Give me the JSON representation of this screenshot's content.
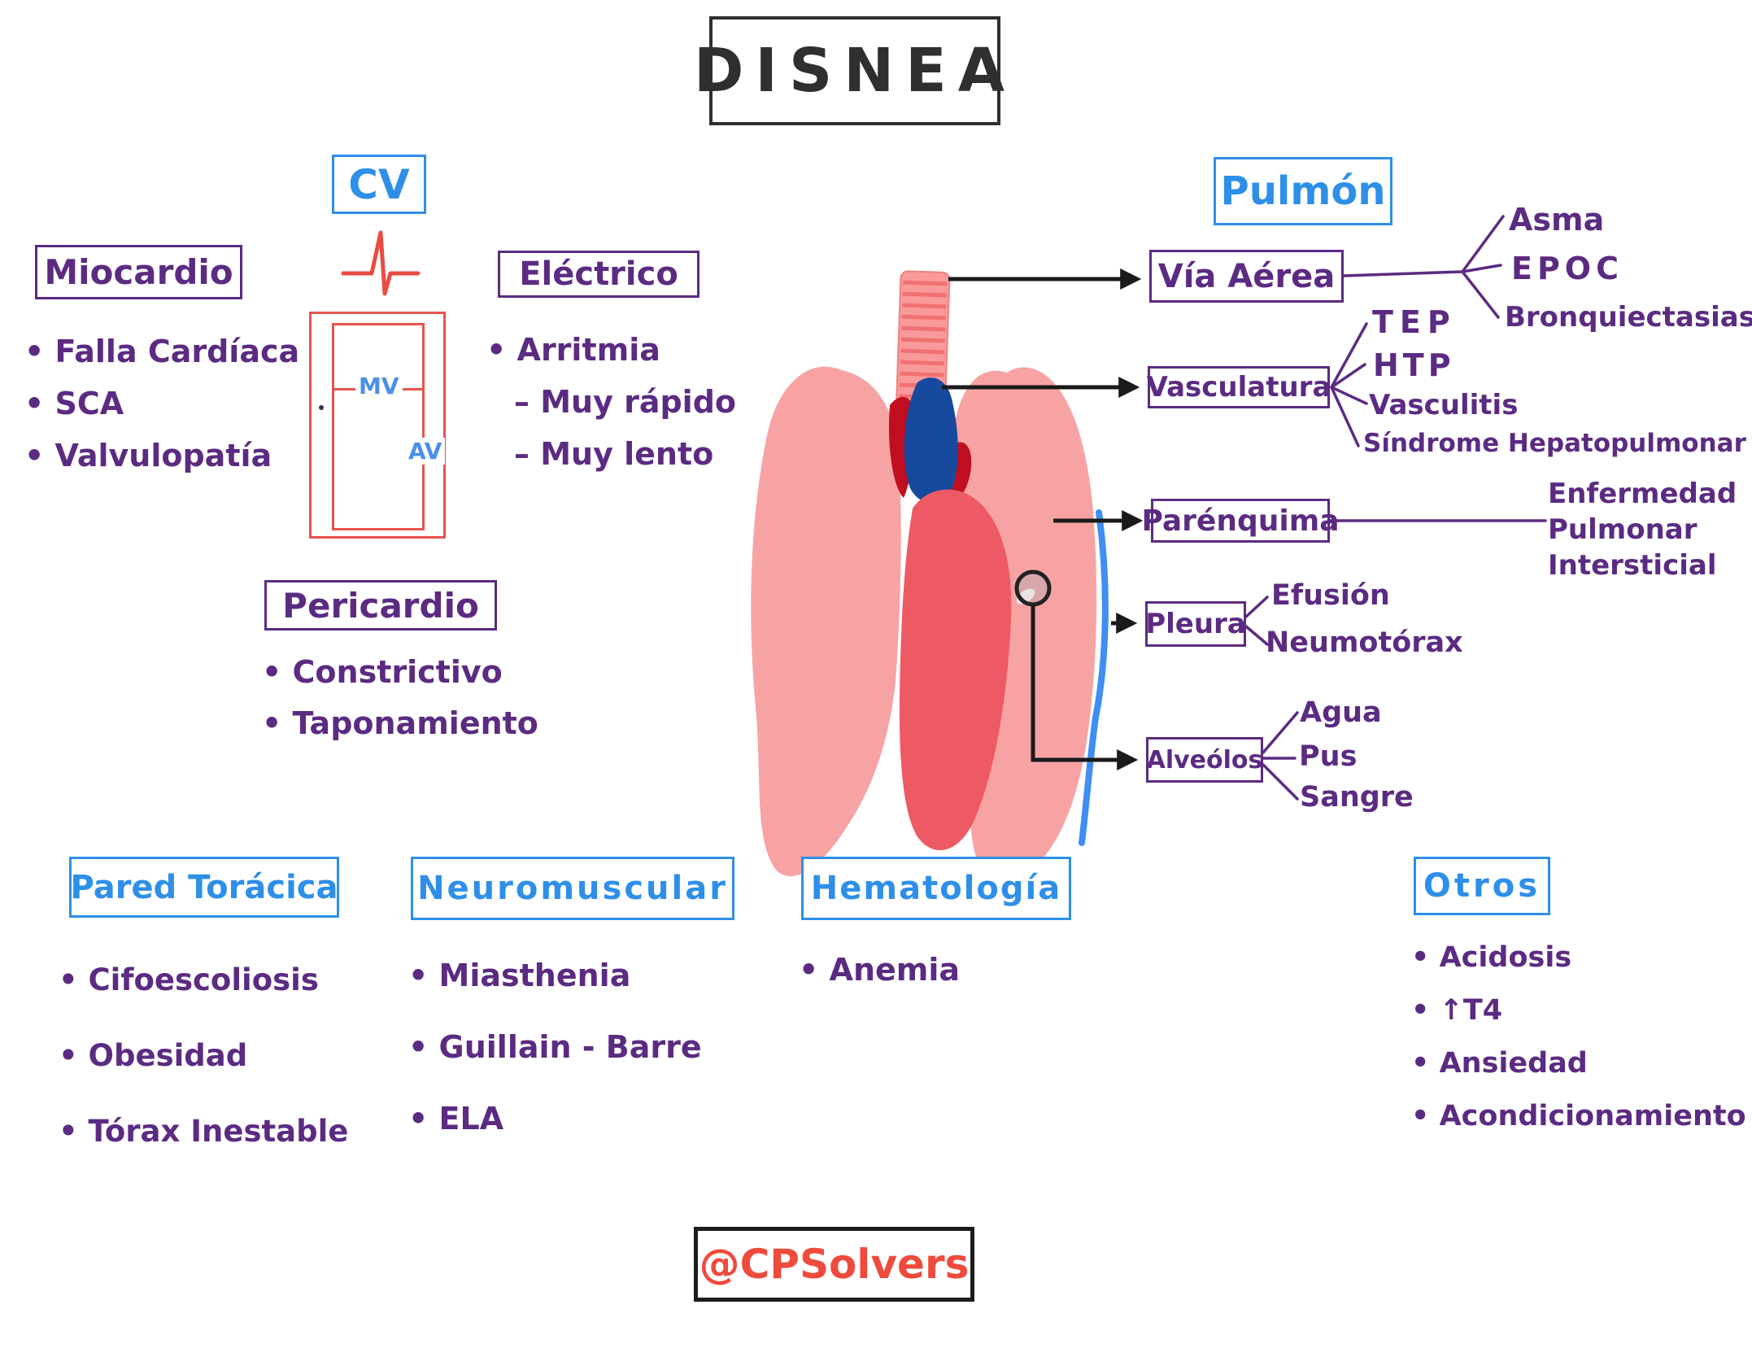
{
  "title": "DISNEA",
  "signature": "@CPSolvers",
  "cv": {
    "label": "CV",
    "valve": {
      "mv": "MV",
      "av": "AV"
    },
    "miocardio": {
      "title": "Miocardio",
      "items": [
        "Falla Cardíaca",
        "SCA",
        "Valvulopatía"
      ]
    },
    "electrico": {
      "title": "Eléctrico",
      "item": "Arritmia",
      "subitems": [
        "Muy rápido",
        "Muy lento"
      ]
    },
    "pericardio": {
      "title": "Pericardio",
      "items": [
        "Constrictivo",
        "Taponamiento"
      ]
    }
  },
  "pulmon": {
    "label": "Pulmón",
    "via_aerea": {
      "title": "Vía Aérea",
      "items": [
        "Asma",
        "EPOC",
        "Bronquiectasias"
      ]
    },
    "vasculatura": {
      "title": "Vasculatura",
      "items": [
        "TEP",
        "HTP",
        "Vasculitis",
        "Síndrome Hepatopulmonar"
      ]
    },
    "parenquima": {
      "title": "Parénquima",
      "item_lines": [
        "Enfermedad",
        "Pulmonar",
        "Intersticial"
      ]
    },
    "pleura": {
      "title": "Pleura",
      "items": [
        "Efusión",
        "Neumotórax"
      ]
    },
    "alveolos": {
      "title": "Alveólos",
      "items": [
        "Agua",
        "Pus",
        "Sangre"
      ]
    }
  },
  "bottom": {
    "pared_toracica": {
      "title": "Pared Torácica",
      "items": [
        "Cifoescoliosis",
        "Obesidad",
        "Tórax Inestable"
      ]
    },
    "neuromuscular": {
      "title": "Neuromuscular",
      "items": [
        "Miasthenia",
        "Guillain - Barre",
        "ELA"
      ]
    },
    "hematologia": {
      "title": "Hematología",
      "items": [
        "Anemia"
      ]
    },
    "otros": {
      "title": "Otros",
      "items": [
        "Acidosis",
        "↑T4",
        "Ansiedad",
        "Acondicionamiento"
      ]
    }
  },
  "colors": {
    "purple": "#5B2B82",
    "blue": "#2E8FE8",
    "red": "#E84B42",
    "lung_pink": "#F7A3A4",
    "trachea": "#F9999A",
    "trachea_stripe": "#F07173",
    "heart_red": "#EE5A64",
    "artery_dark_red": "#C00E20",
    "vessel_blue": "#17499D",
    "pleura_blue": "#3E8EF3",
    "signature_red": "#EE4B3C",
    "ink_black": "#1a1a1a"
  }
}
